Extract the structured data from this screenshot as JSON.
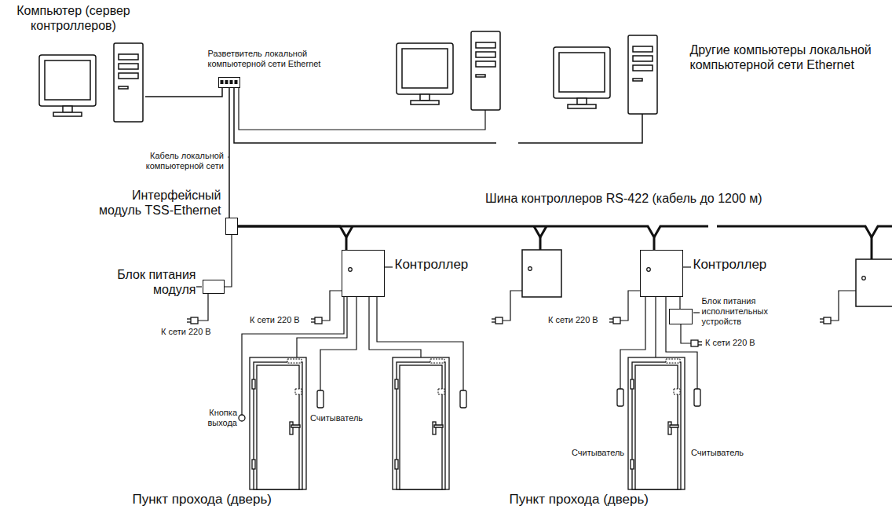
{
  "diagram": {
    "nodes": [
      {
        "text": [
          "Компьютер (сервер контроллеров)"
        ]
      },
      {
        "text": [
          "Разветвитель локальной компьютерной сети Ethernet"
        ]
      },
      {
        "text": [
          "Другие компьютеры локальной компьютерной сети Ethernet"
        ]
      },
      {
        "text": [
          "Интерфейсный модуль TSS-Ethernet"
        ]
      },
      {
        "text": [
          "Блок питания модуля"
        ]
      },
      {
        "text": [
          "Контроллер"
        ]
      },
      {
        "text": [
          "Контроллер"
        ]
      },
      {
        "text": [
          "Блок питания исполнительных устройств"
        ]
      },
      {
        "text": [
          "Пункт прохода (дверь)"
        ]
      },
      {
        "text": [
          "Пункт прохода (дверь)"
        ]
      }
    ],
    "edges": [
      {
        "from": 0,
        "to": 1,
        "arrow": "none"
      },
      {
        "from": 1,
        "to": 2,
        "arrow": "none"
      },
      {
        "from": 1,
        "to": 3,
        "arrow": "none",
        "label": "Кабель локальной компьютерной сети"
      },
      {
        "from": 3,
        "to": 4,
        "arrow": "none"
      },
      {
        "from": 3,
        "to": 5,
        "arrow": "none"
      },
      {
        "from": 3,
        "to": 6,
        "arrow": "none"
      },
      {
        "from": 5,
        "to": 8,
        "arrow": "none"
      },
      {
        "from": 6,
        "to": 7,
        "arrow": "none"
      },
      {
        "from": 6,
        "to": 9,
        "arrow": "none"
      }
    ],
    "labels": [
      "Шина контроллеров RS-422 (кабель до 1200 м)",
      "К сети 220 В",
      "К сети 220 В",
      "К сети 220 В",
      "К сети 220 В",
      "Кнопка выхода",
      "Считыватель",
      "Считыватель",
      "Считыватель"
    ]
  }
}
